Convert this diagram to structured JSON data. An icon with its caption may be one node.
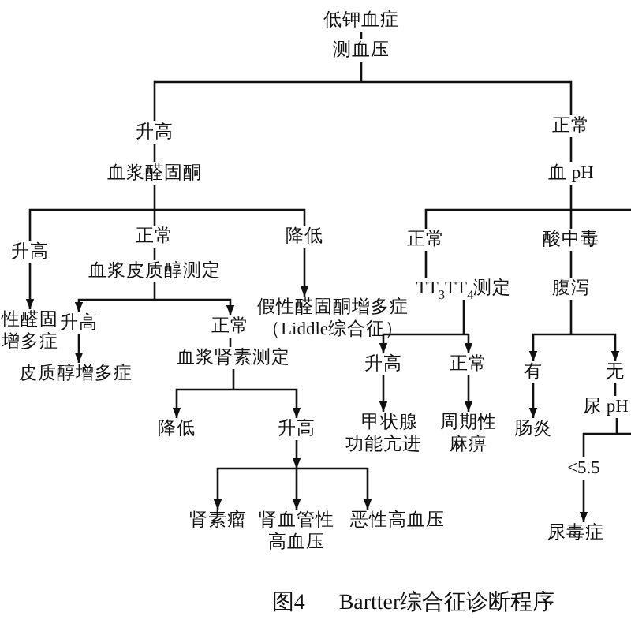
{
  "diagram": {
    "caption": "图4 Bartter综合征诊断程序",
    "nodes": [
      {
        "text": [
          "低钾血症"
        ]
      },
      {
        "text": [
          "测血压"
        ]
      },
      {
        "text": [
          "升高"
        ]
      },
      {
        "text": [
          "正常"
        ]
      },
      {
        "text": [
          "血浆醛固酮"
        ]
      },
      {
        "text": [
          "血 pH"
        ]
      },
      {
        "text": [
          "升高"
        ]
      },
      {
        "text": [
          "正常"
        ]
      },
      {
        "text": [
          "降低"
        ]
      },
      {
        "text": [
          "正常"
        ]
      },
      {
        "text": [
          "酸中毒"
        ]
      },
      {
        "text": [
          "血浆皮质醇测定"
        ]
      },
      {
        "text": [
          "腹泻"
        ]
      },
      {
        "text": [
          "TT$_{3}$TT$_{4}$测定"
        ]
      },
      {
        "text": [
          "性醛固增多症"
        ]
      },
      {
        "text": [
          "假性醛固酮增多症（Liddle综合征）"
        ]
      },
      {
        "text": [
          "升高"
        ]
      },
      {
        "text": [
          "正常"
        ]
      },
      {
        "text": [
          "血浆肾素测定"
        ]
      },
      {
        "text": [
          "升高"
        ]
      },
      {
        "text": [
          "正常"
        ]
      },
      {
        "text": [
          "有"
        ]
      },
      {
        "text": [
          "无"
        ]
      },
      {
        "text": [
          "皮质醇增多症"
        ]
      },
      {
        "text": [
          "尿 pH"
        ]
      },
      {
        "text": [
          "甲状腺功能亢进"
        ]
      },
      {
        "text": [
          "周期性麻痹"
        ]
      },
      {
        "text": [
          "肠炎"
        ]
      },
      {
        "text": [
          "降低"
        ]
      },
      {
        "text": [
          "升高"
        ]
      },
      {
        "text": [
          "<5.5"
        ]
      },
      {
        "text": [
          "肾素瘤"
        ]
      },
      {
        "text": [
          "肾血管性高血压"
        ]
      },
      {
        "text": [
          "恶性高血压"
        ]
      },
      {
        "text": [
          "尿毒症"
        ]
      }
    ],
    "edges": [
      {
        "from": 0,
        "to": 1,
        "arrow": "none"
      },
      {
        "from": 1,
        "to": 2,
        "arrow": "none"
      },
      {
        "from": 1,
        "to": 3,
        "arrow": "none"
      },
      {
        "from": 2,
        "to": 4,
        "arrow": "none"
      },
      {
        "from": 3,
        "to": 5,
        "arrow": "none"
      },
      {
        "from": 4,
        "to": 6,
        "arrow": "none"
      },
      {
        "from": 4,
        "to": 7,
        "arrow": "none"
      },
      {
        "from": 4,
        "to": 8,
        "arrow": "none"
      },
      {
        "from": 5,
        "to": 9,
        "arrow": "none"
      },
      {
        "from": 5,
        "to": 10,
        "arrow": "none"
      },
      {
        "from": 5,
        "to": null,
        "arrow": "none"
      },
      {
        "from": 6,
        "to": 14,
        "arrow": "to"
      },
      {
        "from": 7,
        "to": 11,
        "arrow": "none"
      },
      {
        "from": 8,
        "to": 15,
        "arrow": "to"
      },
      {
        "from": 9,
        "to": 13,
        "arrow": "none"
      },
      {
        "from": 10,
        "to": 12,
        "arrow": "none"
      },
      {
        "from": 11,
        "to": 16,
        "arrow": "to"
      },
      {
        "from": 11,
        "to": 17,
        "arrow": "to"
      },
      {
        "from": 12,
        "to": 21,
        "arrow": "to"
      },
      {
        "from": 12,
        "to": 22,
        "arrow": "to"
      },
      {
        "from": 13,
        "to": 19,
        "arrow": "to"
      },
      {
        "from": 13,
        "to": 20,
        "arrow": "to"
      },
      {
        "from": 16,
        "to": 23,
        "arrow": "to"
      },
      {
        "from": 17,
        "to": 18,
        "arrow": "none"
      },
      {
        "from": 18,
        "to": 28,
        "arrow": "to"
      },
      {
        "from": 18,
        "to": 29,
        "arrow": "to"
      },
      {
        "from": 19,
        "to": 25,
        "arrow": "to"
      },
      {
        "from": 20,
        "to": 26,
        "arrow": "to"
      },
      {
        "from": 21,
        "to": 27,
        "arrow": "to"
      },
      {
        "from": 22,
        "to": 24,
        "arrow": "none"
      },
      {
        "from": 24,
        "to": 30,
        "arrow": "none"
      },
      {
        "from": 24,
        "to": null,
        "arrow": "none"
      },
      {
        "from": 29,
        "to": 31,
        "arrow": "to"
      },
      {
        "from": 29,
        "to": 32,
        "arrow": "to"
      },
      {
        "from": 29,
        "to": 33,
        "arrow": "to"
      },
      {
        "from": 30,
        "to": 34,
        "arrow": "to"
      }
    ]
  }
}
